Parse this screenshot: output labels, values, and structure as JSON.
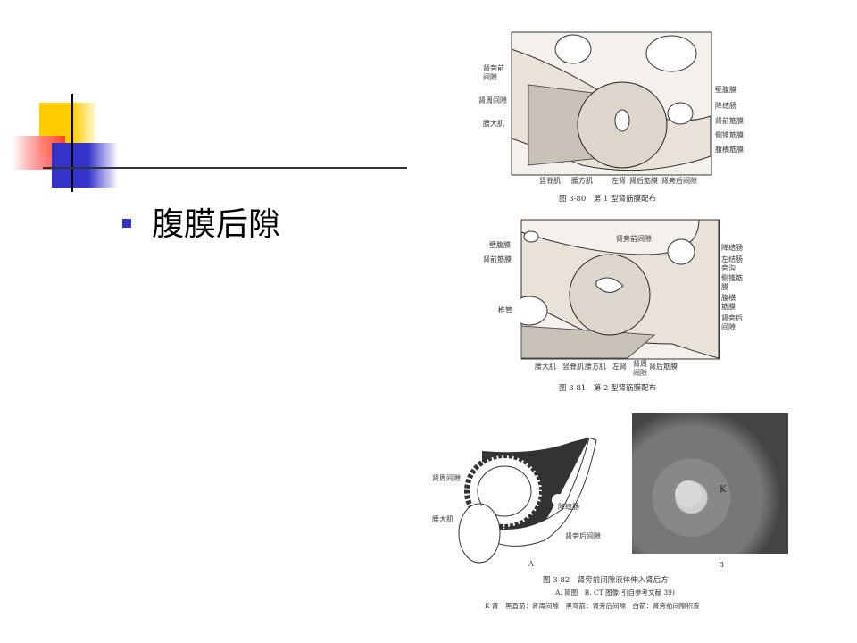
{
  "slide": {
    "bullet_text": "腹膜后隙",
    "colors": {
      "yellow": "#ffcc00",
      "red": "#ff3333",
      "blue": "#3333cc"
    }
  },
  "fig1": {
    "left_labels": [
      "肾旁前间隙",
      "肾周间隙",
      "腰大肌"
    ],
    "right_labels": [
      "壁腹膜",
      "降结肠",
      "肾前筋膜",
      "侧锥筋膜",
      "腹横筋膜"
    ],
    "bottom_labels": [
      "竖脊肌",
      "腰方肌",
      "左肾",
      "肾后筋膜",
      "肾旁后间隙"
    ],
    "caption": "图 3-80　第 1 型肾筋膜配布"
  },
  "fig2": {
    "left_labels": [
      "壁腹膜",
      "肾前筋膜",
      "椎管"
    ],
    "top_label": "肾旁前间隙",
    "right_labels": [
      "降结肠",
      "左结肠旁沟",
      "侧锥筋膜",
      "腹横筋膜",
      "肾旁后间隙"
    ],
    "bottom_labels": [
      "腰大肌",
      "竖脊肌",
      "腰方肌",
      "左肾",
      "肾周间隙",
      "肾后筋膜"
    ],
    "caption": "图 3-81　第 2 型肾筋膜配布"
  },
  "fig3": {
    "labels": [
      "肾周间隙",
      "腰大肌",
      "降结肠",
      "肾旁后间隙"
    ],
    "panel_a": "A",
    "panel_b": "B",
    "ct_mark": "K",
    "caption": "图 3-82　肾旁前间隙液体伸入肾后方",
    "subcaption": "A. 简图　B. CT 图像(引自参考文献 39)",
    "legend": "K 肾　黑直箭：肾周间隙　黑弯箭：肾旁后间隙　白箭：肾旁前间隙积液"
  }
}
